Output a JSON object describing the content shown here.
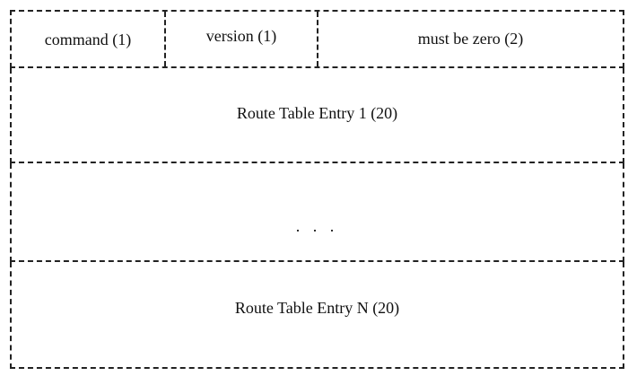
{
  "header": {
    "fields": [
      {
        "label": "command (1)"
      },
      {
        "label": "version (1)"
      },
      {
        "label": "must be zero (2)"
      }
    ]
  },
  "entries": {
    "first": "Route Table Entry 1 (20)",
    "ellipsis": ". . .",
    "last": "Route Table Entry N (20)"
  }
}
